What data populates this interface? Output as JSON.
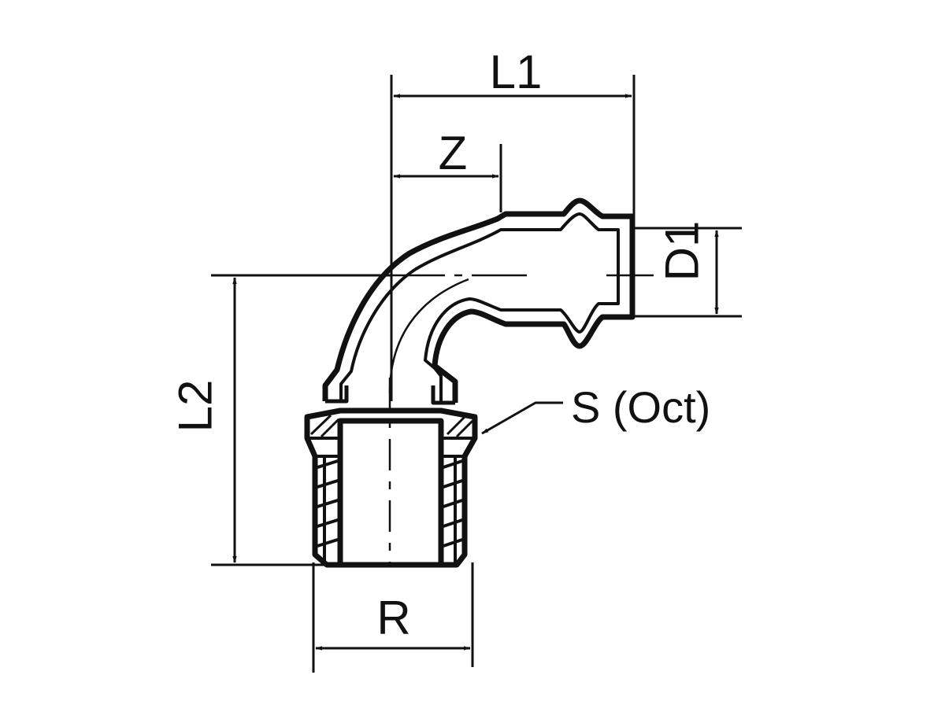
{
  "labels": {
    "l1": "L1",
    "z": "Z",
    "d1": "D1",
    "l2": "L2",
    "r": "R",
    "s": "S (Oct)"
  },
  "colors": {
    "ink": "#111111",
    "background": "#ffffff"
  }
}
